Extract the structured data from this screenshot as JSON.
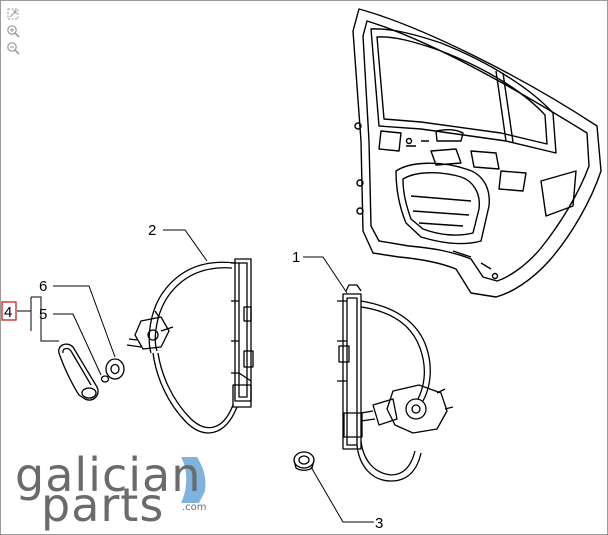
{
  "toolbar": {
    "items": [
      {
        "icon": "fit-page-icon"
      },
      {
        "icon": "zoom-in-icon"
      },
      {
        "icon": "zoom-out-icon"
      }
    ]
  },
  "callouts": {
    "part_1": "1",
    "part_2": "2",
    "part_3": "3",
    "part_4": "4",
    "part_5": "5",
    "part_6": "6"
  },
  "highlight_color": "#cc2222",
  "logo": {
    "word1": "galician",
    "word2": "parts",
    "domain": ".com",
    "accent_color": "#7fb2dc"
  }
}
